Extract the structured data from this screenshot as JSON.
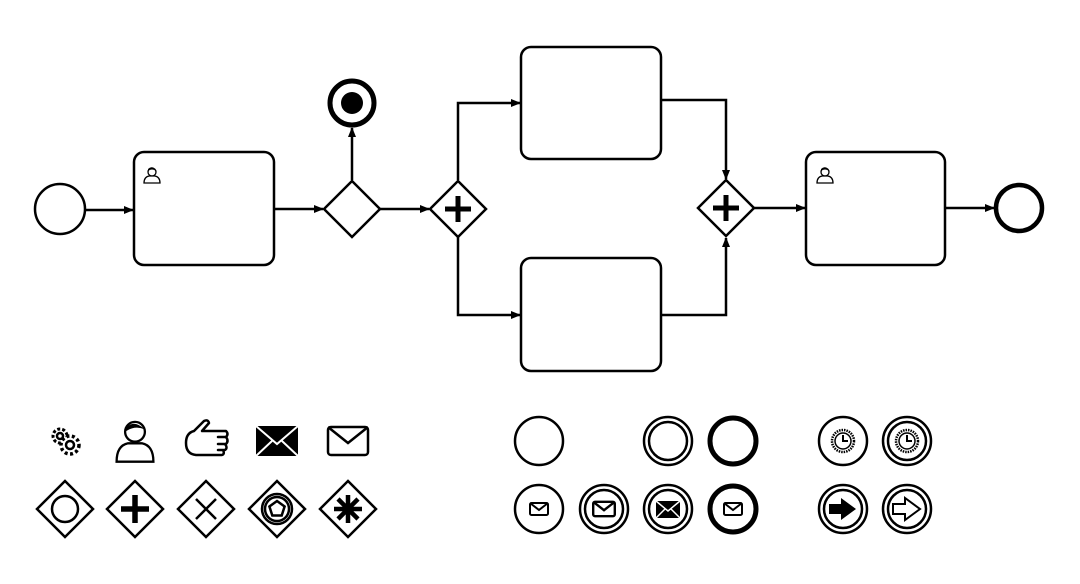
{
  "diagram": {
    "type": "bpmn-process",
    "colors": {
      "stroke": "#000000",
      "background": "#ffffff"
    },
    "process_nodes": [
      {
        "kind": "start-event"
      },
      {
        "kind": "user-task"
      },
      {
        "kind": "exclusive-gateway"
      },
      {
        "kind": "terminate-end-event"
      },
      {
        "kind": "parallel-gateway-split"
      },
      {
        "kind": "task"
      },
      {
        "kind": "task"
      },
      {
        "kind": "parallel-gateway-join"
      },
      {
        "kind": "user-task"
      },
      {
        "kind": "end-event"
      }
    ],
    "legend_task_icons": [
      "gears-icon",
      "user-icon",
      "hand-icon",
      "filled-envelope-icon",
      "envelope-icon"
    ],
    "legend_gateways": [
      "inclusive-gateway",
      "parallel-gateway",
      "exclusive-gateway",
      "event-based-gateway",
      "complex-gateway"
    ],
    "legend_events": [
      "start-event",
      "intermediate-event",
      "end-event",
      "message-start-event",
      "message-intermediate-catch-event",
      "message-intermediate-throw-event",
      "message-end-event",
      "timer-start-event",
      "timer-intermediate-event",
      "link-throw-event",
      "link-catch-event"
    ]
  }
}
